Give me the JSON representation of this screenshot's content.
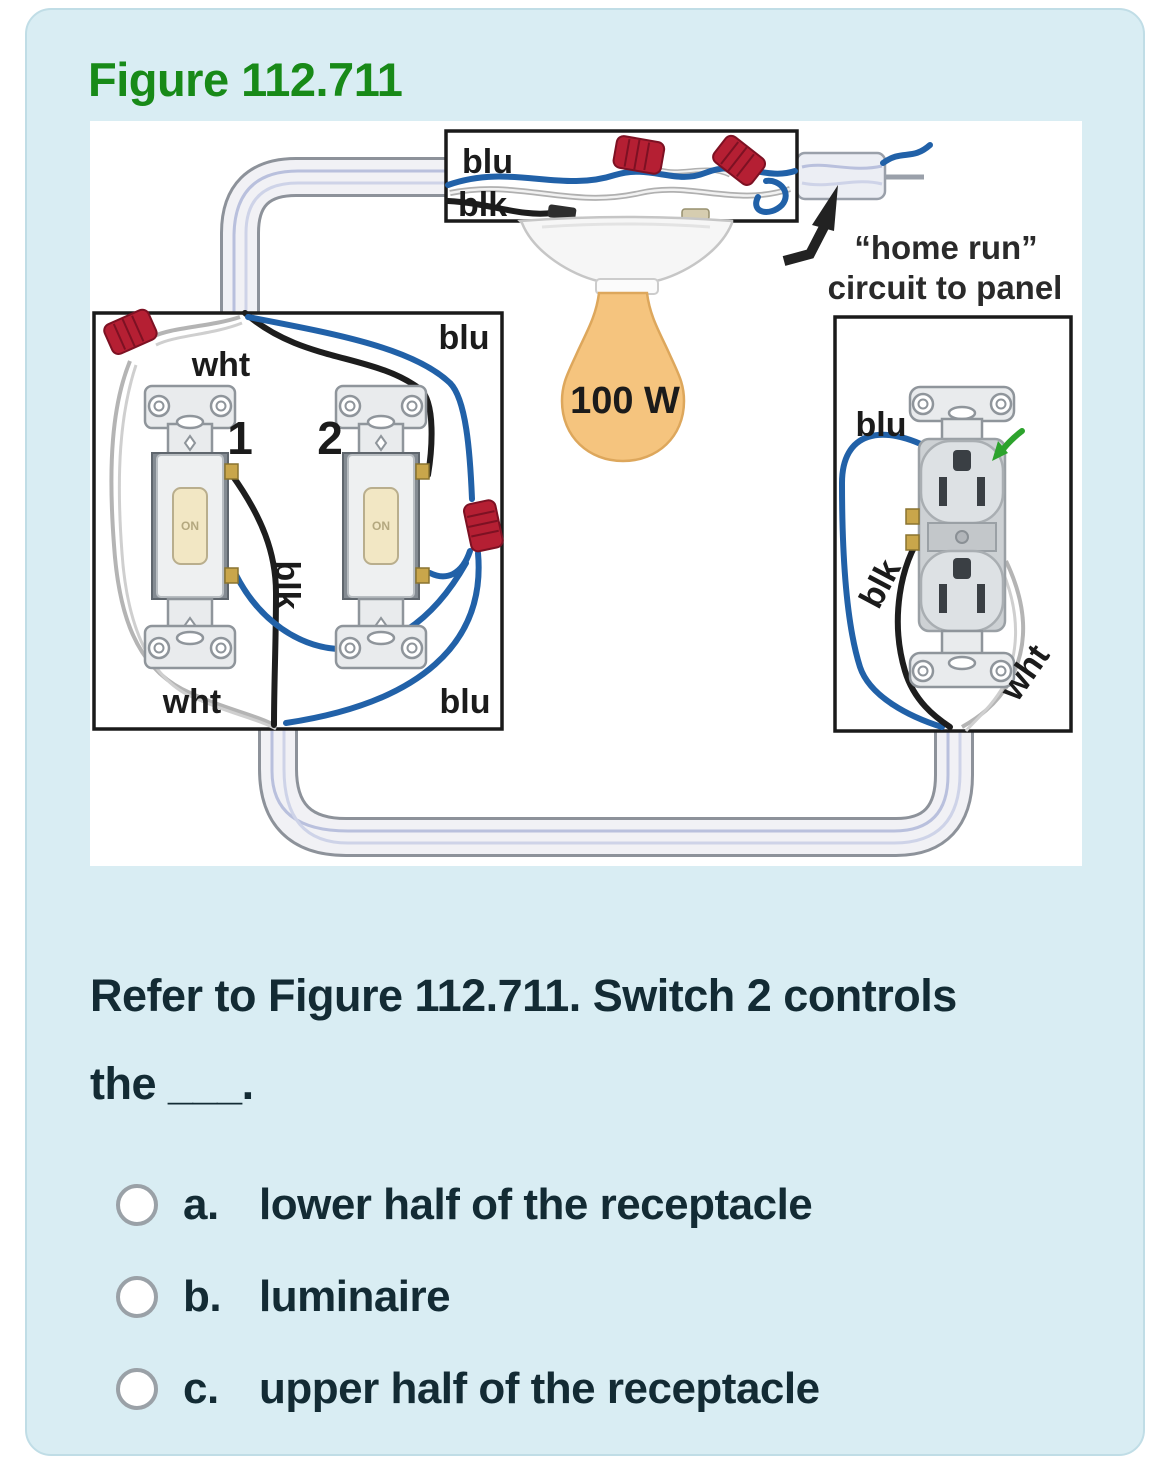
{
  "figure": {
    "title": "Figure 112.711"
  },
  "colors": {
    "card_background": "#d9edf3",
    "title_green": "#188a18",
    "wire_blue": "#2161a8",
    "wire_nut_red": "#b51f33",
    "bulb_orange": "#f5c47e",
    "green_arrow": "#2da32d"
  },
  "diagram": {
    "junction_box": {
      "label_blu": "blu",
      "label_blk": "blk"
    },
    "home_run": {
      "line1": "“home run”",
      "line2": "circuit to panel"
    },
    "luminaire": {
      "wattage": "100 W"
    },
    "switch_box": {
      "label_wht_top": "wht",
      "label_blu_top": "blu",
      "switch1_number": "1",
      "switch2_number": "2",
      "label_blk": "blk",
      "label_wht_bottom": "wht",
      "label_blu_bottom": "blu",
      "switch_on": "ON"
    },
    "receptacle_box": {
      "label_blu": "blu",
      "label_blk": "blk",
      "label_wht": "wht"
    }
  },
  "question": {
    "line1": "Refer to Figure 112.711. Switch 2 controls",
    "line2": "the ___."
  },
  "options": [
    {
      "letter": "a.",
      "label": "lower half of the receptacle"
    },
    {
      "letter": "b.",
      "label": "luminaire"
    },
    {
      "letter": "c.",
      "label": "upper half of the receptacle"
    }
  ]
}
